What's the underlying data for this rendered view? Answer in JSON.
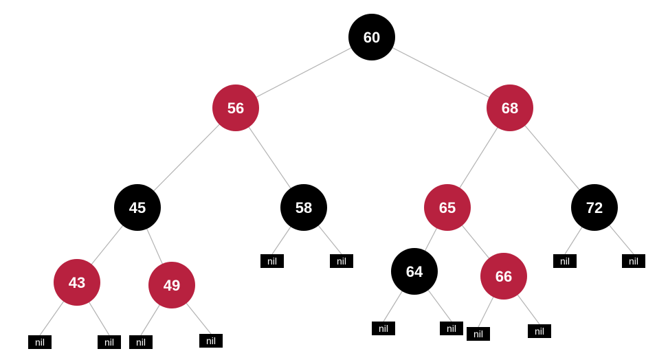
{
  "colors": {
    "red": "#b8213f",
    "black": "#000000",
    "nil_fill": "#000000",
    "edge": "#b3b3b3",
    "label": "#ffffff"
  },
  "nil_label": "nil",
  "nodes": [
    {
      "id": "n60",
      "value": "60",
      "color": "black",
      "left": "n56",
      "right": "n68"
    },
    {
      "id": "n56",
      "value": "56",
      "color": "red",
      "left": "n45",
      "right": "n58"
    },
    {
      "id": "n68",
      "value": "68",
      "color": "red",
      "left": "n65",
      "right": "n72"
    },
    {
      "id": "n45",
      "value": "45",
      "color": "black",
      "left": "n43",
      "right": "n49"
    },
    {
      "id": "n58",
      "value": "58",
      "color": "black",
      "left": "nil",
      "right": "nil"
    },
    {
      "id": "n65",
      "value": "65",
      "color": "red",
      "left": "n64",
      "right": "n66"
    },
    {
      "id": "n72",
      "value": "72",
      "color": "black",
      "left": "nil",
      "right": "nil"
    },
    {
      "id": "n43",
      "value": "43",
      "color": "red",
      "left": "nil",
      "right": "nil"
    },
    {
      "id": "n49",
      "value": "49",
      "color": "red",
      "left": "nil",
      "right": "nil"
    },
    {
      "id": "n64",
      "value": "64",
      "color": "black",
      "left": "nil",
      "right": "nil"
    },
    {
      "id": "n66",
      "value": "66",
      "color": "red",
      "left": "nil",
      "right": "nil"
    }
  ]
}
